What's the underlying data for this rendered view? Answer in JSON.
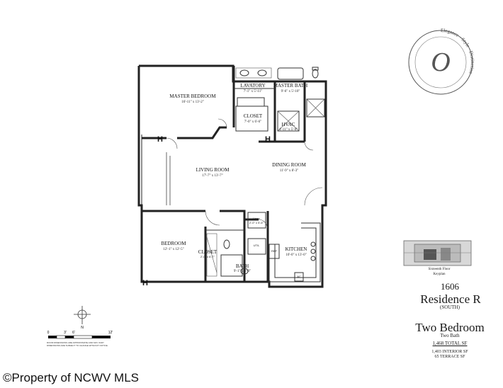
{
  "rooms": {
    "master_bedroom": {
      "name": "MASTER BEDROOM",
      "dim": "16'-11\" x 13'-2\""
    },
    "lavatory": {
      "name": "LAVATORY",
      "dim": "7'-1\" x 5'-11\""
    },
    "master_bath": {
      "name": "MASTER BATH",
      "dim": "9'-6\" x 5'-10\""
    },
    "closet_master": {
      "name": "CLOSET",
      "dim": "7'-0\" x 6'-6\""
    },
    "hvac": {
      "name": "HVAC",
      "dim": "4'-11\" x 5'-0\""
    },
    "living_room": {
      "name": "LIVING ROOM",
      "dim": "17'-7\" x 13'-7\""
    },
    "dining_room": {
      "name": "DINING ROOM",
      "dim": "11'-9\" x 8'-3\""
    },
    "bedroom": {
      "name": "BEDROOM",
      "dim": "12'-1\" x 12'-5\""
    },
    "linen": {
      "name": "Linen",
      "dim": "2'-0\" x 5'-6\""
    },
    "closet_bedroom": {
      "name": "CLOSET",
      "dim": "2'-0\" x 6'-7\""
    },
    "util": {
      "name": "UTIL",
      "dim": ""
    },
    "bath": {
      "name": "BATH",
      "dim": "9'-1\" x 8'-0\""
    },
    "kitchen": {
      "name": "KITCHEN",
      "dim": "10'-0\" x 13'-0\""
    },
    "ref": {
      "name": "REF",
      "dim": ""
    },
    "ac": {
      "name": "AC",
      "dim": ""
    }
  },
  "logo": {
    "ring_text": "Elegance · Style · Distinction",
    "monogram": "O"
  },
  "floor_key": {
    "line1": "Sixteenth Floor",
    "line2": "Keyplan"
  },
  "unit": {
    "number": "1606",
    "residence": "Residence R",
    "orientation": "(SOUTH)",
    "bedrooms": "Two Bedroom",
    "baths": "Two Bath",
    "total_sf": "1,468 TOTAL SF",
    "interior_sf": "1,403 INTERIOR SF",
    "terrace_sf": "65 TERRACE SF"
  },
  "scale": {
    "ticks": [
      "0",
      "3'",
      "6'",
      "12'"
    ],
    "north": "N",
    "disclaimer": "ROOM DIMENSIONS ARE APPROXIMATE AND MAY VARY. DIMENSIONS ARE SUBJECT TO CHANGE WITHOUT NOTICE."
  },
  "watermark": "©Property of NCWV MLS"
}
